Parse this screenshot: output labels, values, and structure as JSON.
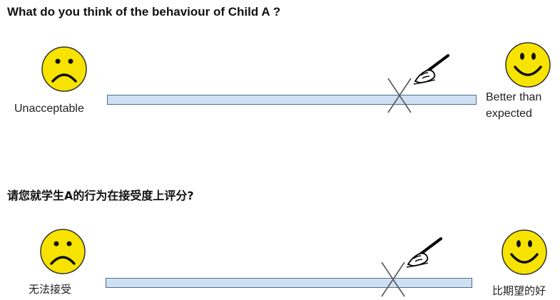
{
  "section_en": {
    "question": "What do you think of the behaviour of Child A ?",
    "left_label": "Unacceptable",
    "right_label_line1": "Better than",
    "right_label_line2": "expected"
  },
  "section_zh": {
    "question": "请您就学生A的行为在接受度上评分?",
    "left_label": "无法接受",
    "right_label": "比期望的好"
  },
  "rating": {
    "marked_fraction": 0.78
  },
  "colors": {
    "face_fill": "#f7e300",
    "bar_fill": "#cfe0f3",
    "bar_border": "#4d6e8f"
  },
  "icons": {
    "sad": "sad-face-icon",
    "happy": "happy-face-icon",
    "writing": "writing-hand-icon",
    "mark": "x-mark-icon"
  }
}
